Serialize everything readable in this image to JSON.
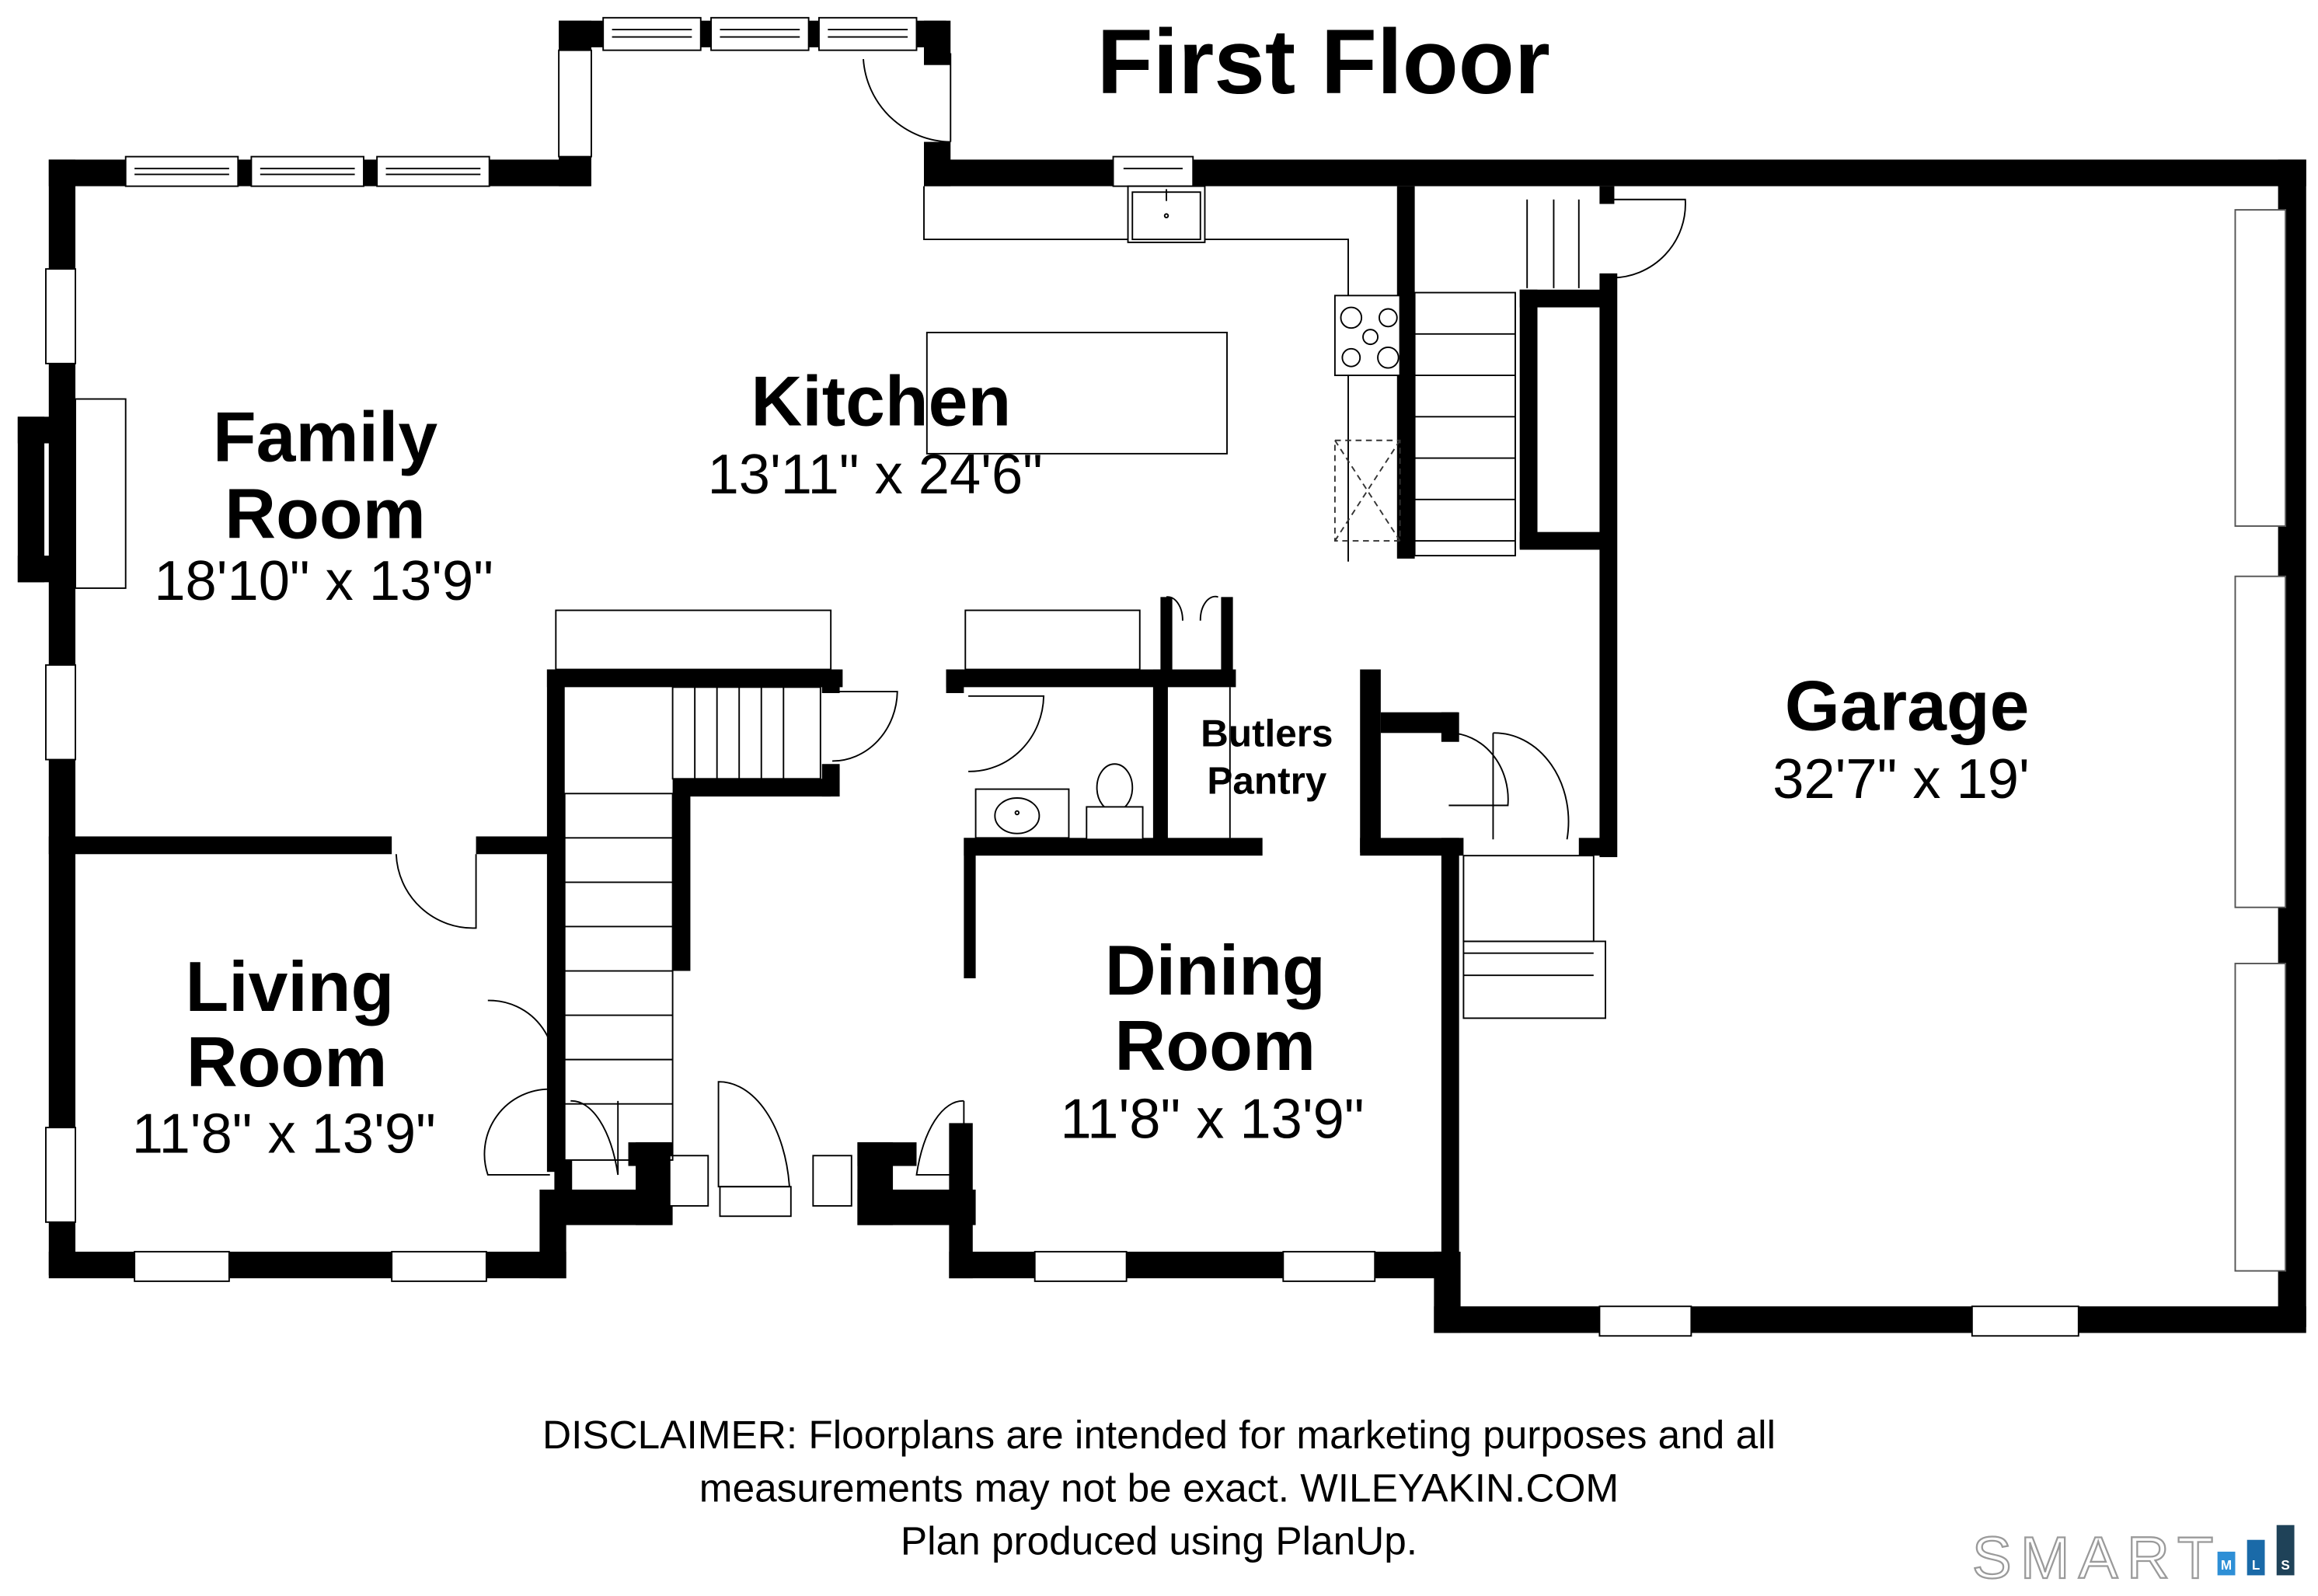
{
  "title": "First Floor",
  "rooms": {
    "family": {
      "name_line1": "Family",
      "name_line2": "Room",
      "dimensions": "18'10\" x 13'9\""
    },
    "kitchen": {
      "name": "Kitchen",
      "dimensions": "13'11\" x 24'6\""
    },
    "living": {
      "name_line1": "Living",
      "name_line2": "Room",
      "dimensions": "11'8\" x 13'9\""
    },
    "dining": {
      "name_line1": "Dining",
      "name_line2": "Room",
      "dimensions": "11'8\" x 13'9\""
    },
    "butlers_pantry": {
      "name_line1": "Butlers",
      "name_line2": "Pantry"
    },
    "garage": {
      "name": "Garage",
      "dimensions": "32'7\" x 19'"
    }
  },
  "disclaimer": {
    "line1": "DISCLAIMER: Floorplans are intended for marketing purposes and all",
    "line2": "measurements may not be exact. WILEYAKIN.COM",
    "line3": "Plan produced using PlanUp."
  },
  "logo": {
    "text": "SMART",
    "letters": [
      "M",
      "L",
      "S"
    ],
    "colors": [
      "#2e8fd6",
      "#1a6aa8",
      "#1f4258"
    ]
  },
  "icons": [
    "window-icon",
    "door-swing-icon",
    "stairs-icon",
    "sink-icon",
    "stove-icon",
    "toilet-icon",
    "bath-sink-icon",
    "fireplace-icon",
    "kitchen-island-icon"
  ]
}
